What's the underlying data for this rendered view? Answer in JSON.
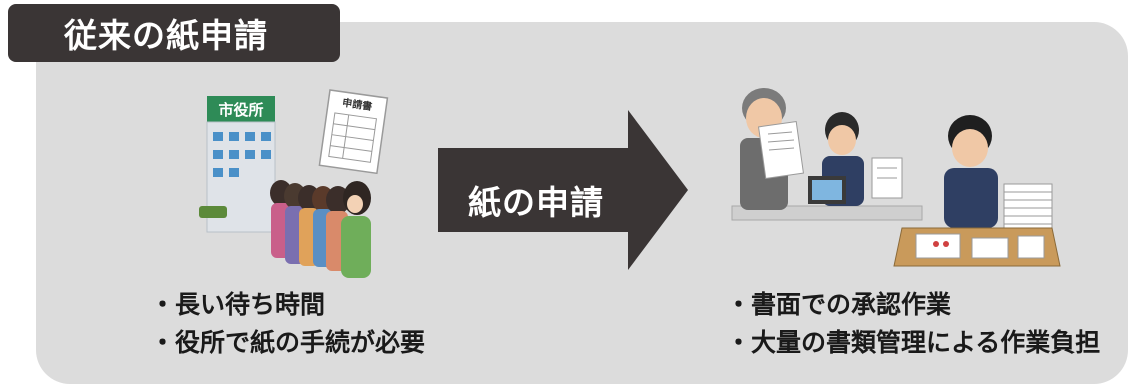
{
  "section_title": "従来の紙申請",
  "arrow_label": "紙の申請",
  "left": {
    "building_sign": "市役所",
    "form_title": "申請書",
    "bullets": [
      "・長い待ち時間",
      "・役所で紙の手続が必要"
    ]
  },
  "right": {
    "bullets": [
      "・書面での承認作業",
      "・大量の書類管理による作業負担"
    ]
  },
  "colors": {
    "panel": "#dcdcdc",
    "title_bg": "#3a3535",
    "arrow": "#3a3535",
    "building_sign": "#2e8b57",
    "building": "#4a90c8"
  }
}
